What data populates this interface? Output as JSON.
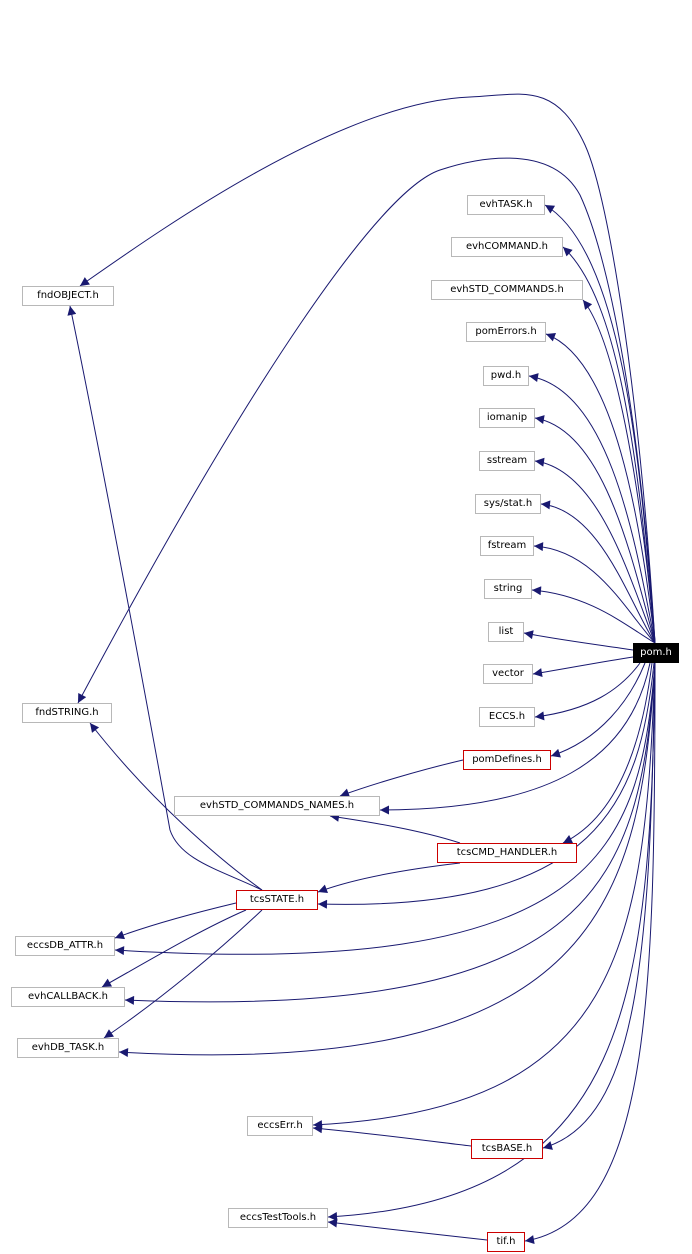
{
  "colors": {
    "edge": "#191970",
    "node_border": "#b8b8b8",
    "red_border": "#cc0000",
    "root_fill": "#000000",
    "root_text": "#ffffff"
  },
  "nodes": {
    "pom": "pom.h",
    "evhTASK": "evhTASK.h",
    "evhCOMMAND": "evhCOMMAND.h",
    "evhSTD_COMMANDS": "evhSTD_COMMANDS.h",
    "pomErrors": "pomErrors.h",
    "pwd": "pwd.h",
    "iomanip": "iomanip",
    "sstream": "sstream",
    "sysstat": "sys/stat.h",
    "fstream": "fstream",
    "string": "string",
    "list": "list",
    "vector": "vector",
    "ECCS": "ECCS.h",
    "pomDefines": "pomDefines.h",
    "evhSTD_COMMANDS_NAMES": "evhSTD_COMMANDS_NAMES.h",
    "tcsCMD_HANDLER": "tcsCMD_HANDLER.h",
    "tcsSTATE": "tcsSTATE.h",
    "fndOBJECT": "fndOBJECT.h",
    "fndSTRING": "fndSTRING.h",
    "eccsDB_ATTR": "eccsDB_ATTR.h",
    "evhCALLBACK": "evhCALLBACK.h",
    "evhDB_TASK": "evhDB_TASK.h",
    "eccsErr": "eccsErr.h",
    "tcsBASE": "tcsBASE.h",
    "eccsTestTools": "eccsTestTools.h",
    "tif": "tif.h"
  },
  "edges": [
    [
      "pom",
      "evhTASK"
    ],
    [
      "pom",
      "evhCOMMAND"
    ],
    [
      "pom",
      "evhSTD_COMMANDS"
    ],
    [
      "pom",
      "pomErrors"
    ],
    [
      "pom",
      "pwd"
    ],
    [
      "pom",
      "iomanip"
    ],
    [
      "pom",
      "sstream"
    ],
    [
      "pom",
      "sysstat"
    ],
    [
      "pom",
      "fstream"
    ],
    [
      "pom",
      "string"
    ],
    [
      "pom",
      "list"
    ],
    [
      "pom",
      "vector"
    ],
    [
      "pom",
      "ECCS"
    ],
    [
      "pom",
      "pomDefines"
    ],
    [
      "pom",
      "evhSTD_COMMANDS_NAMES"
    ],
    [
      "pom",
      "tcsCMD_HANDLER"
    ],
    [
      "pom",
      "tcsSTATE"
    ],
    [
      "pom",
      "eccsDB_ATTR"
    ],
    [
      "pom",
      "evhCALLBACK"
    ],
    [
      "pom",
      "evhDB_TASK"
    ],
    [
      "pom",
      "eccsErr"
    ],
    [
      "pom",
      "tcsBASE"
    ],
    [
      "pom",
      "eccsTestTools"
    ],
    [
      "pom",
      "tif"
    ],
    [
      "pom",
      "fndOBJECT"
    ],
    [
      "pom",
      "fndSTRING"
    ],
    [
      "pomDefines",
      "evhSTD_COMMANDS_NAMES"
    ],
    [
      "tcsCMD_HANDLER",
      "evhSTD_COMMANDS_NAMES"
    ],
    [
      "tcsCMD_HANDLER",
      "tcsSTATE"
    ],
    [
      "tcsSTATE",
      "fndOBJECT"
    ],
    [
      "tcsSTATE",
      "fndSTRING"
    ],
    [
      "tcsSTATE",
      "eccsDB_ATTR"
    ],
    [
      "tcsSTATE",
      "evhCALLBACK"
    ],
    [
      "tcsSTATE",
      "evhDB_TASK"
    ],
    [
      "tcsBASE",
      "eccsErr"
    ],
    [
      "tif",
      "eccsTestTools"
    ]
  ]
}
